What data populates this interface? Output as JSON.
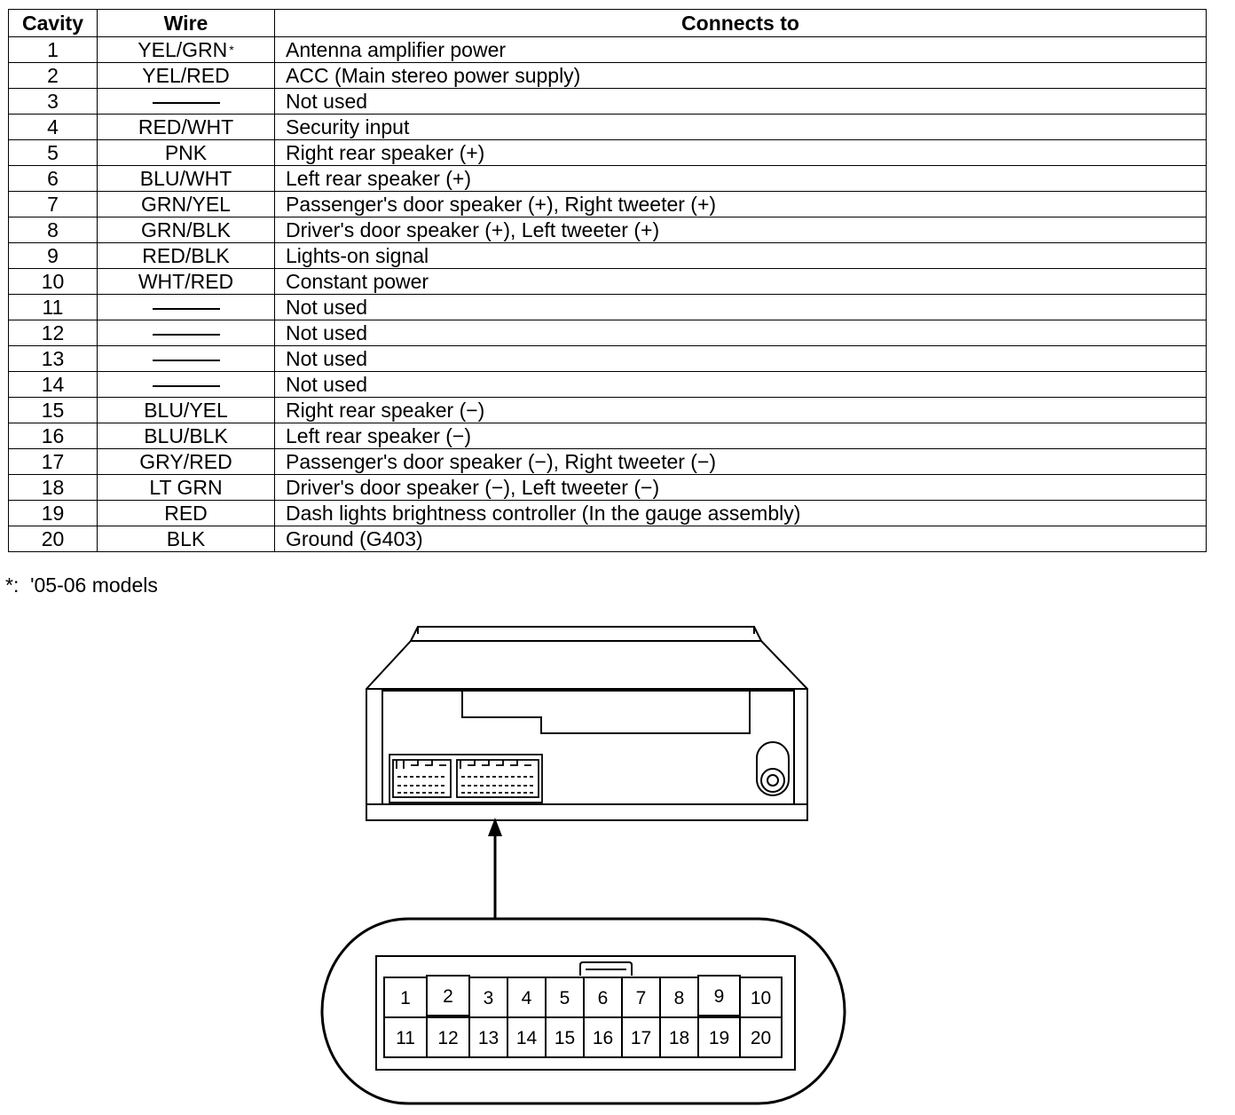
{
  "table": {
    "headers": {
      "cavity": "Cavity",
      "wire": "Wire",
      "connects": "Connects to"
    },
    "rows": [
      {
        "cavity": "1",
        "wire": "YEL/GRN",
        "mark": "*",
        "connects": "Antenna amplifier power"
      },
      {
        "cavity": "2",
        "wire": "YEL/RED",
        "connects": "ACC (Main stereo power supply)"
      },
      {
        "cavity": "3",
        "wire": "",
        "connects": "Not used"
      },
      {
        "cavity": "4",
        "wire": "RED/WHT",
        "connects": "Security input"
      },
      {
        "cavity": "5",
        "wire": "PNK",
        "connects": "Right rear speaker (+)"
      },
      {
        "cavity": "6",
        "wire": "BLU/WHT",
        "connects": "Left rear speaker (+)"
      },
      {
        "cavity": "7",
        "wire": "GRN/YEL",
        "connects": "Passenger's door speaker (+), Right tweeter (+)"
      },
      {
        "cavity": "8",
        "wire": "GRN/BLK",
        "connects": "Driver's door speaker (+), Left tweeter (+)"
      },
      {
        "cavity": "9",
        "wire": "RED/BLK",
        "connects": "Lights-on signal"
      },
      {
        "cavity": "10",
        "wire": "WHT/RED",
        "connects": "Constant power"
      },
      {
        "cavity": "11",
        "wire": "",
        "connects": "Not used"
      },
      {
        "cavity": "12",
        "wire": "",
        "connects": "Not used"
      },
      {
        "cavity": "13",
        "wire": "",
        "connects": "Not used"
      },
      {
        "cavity": "14",
        "wire": "",
        "connects": "Not used"
      },
      {
        "cavity": "15",
        "wire": "BLU/YEL",
        "connects": "Right rear speaker (−)"
      },
      {
        "cavity": "16",
        "wire": "BLU/BLK",
        "connects": "Left rear speaker (−)"
      },
      {
        "cavity": "17",
        "wire": "GRY/RED",
        "connects": "Passenger's door speaker (−), Right tweeter (−)"
      },
      {
        "cavity": "18",
        "wire": "LT GRN",
        "connects": "Driver's door speaker (−), Left tweeter (−)"
      },
      {
        "cavity": "19",
        "wire": "RED",
        "connects": "Dash lights brightness controller (In the gauge assembly)"
      },
      {
        "cavity": "20",
        "wire": "BLK",
        "connects": "Ground (G403)"
      }
    ]
  },
  "footnote": {
    "symbol": "*",
    "text": "'05-06 models"
  },
  "connector": {
    "top_row": [
      "1",
      "2",
      "3",
      "4",
      "5",
      "6",
      "7",
      "8",
      "9",
      "10"
    ],
    "bottom_row": [
      "11",
      "12",
      "13",
      "14",
      "15",
      "16",
      "17",
      "18",
      "19",
      "20"
    ]
  },
  "icons": {
    "unit": "audio-unit-rear-icon",
    "arrow": "arrow-up-icon",
    "antenna": "antenna-jack-icon"
  }
}
